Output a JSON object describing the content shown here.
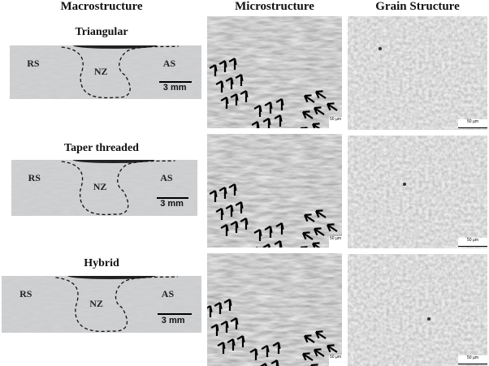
{
  "headers": {
    "macro": "Macrostructure",
    "micro": "Microstructure",
    "grain": "Grain Structure"
  },
  "rows": [
    {
      "label": "Triangular",
      "zones": {
        "rs": "RS",
        "nz": "NZ",
        "as": "AS"
      },
      "scale_macro": "3 mm",
      "scale_micro": "50 µm",
      "scale_grain": "50 µm"
    },
    {
      "label": "Taper threaded",
      "zones": {
        "rs": "RS",
        "nz": "NZ",
        "as": "AS"
      },
      "scale_macro": "3 mm",
      "scale_micro": "50 µm",
      "scale_grain": "50 µm"
    },
    {
      "label": "Hybrid",
      "zones": {
        "rs": "RS",
        "nz": "NZ",
        "as": "AS"
      },
      "scale_macro": "3 mm",
      "scale_micro": "50 µm",
      "scale_grain": "50 µm"
    }
  ]
}
